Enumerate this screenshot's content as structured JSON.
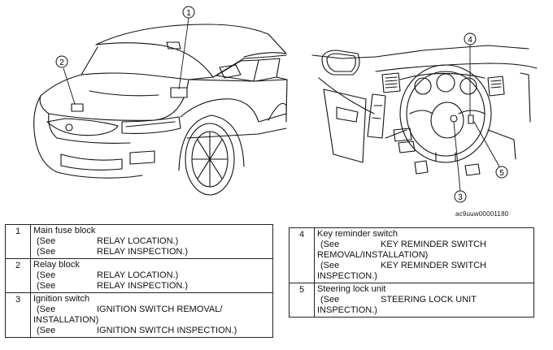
{
  "callouts": [
    "1",
    "2",
    "3",
    "4",
    "5"
  ],
  "figure_code": "ac9uuw00001180",
  "left_table": [
    {
      "num": "1",
      "name": "Main fuse block",
      "refs": [
        {
          "see": "(See",
          "ref": "RELAY LOCATION.)"
        },
        {
          "see": "(See",
          "ref": "RELAY INSPECTION.)"
        }
      ]
    },
    {
      "num": "2",
      "name": "Relay block",
      "refs": [
        {
          "see": "(See",
          "ref": "RELAY LOCATION.)"
        },
        {
          "see": "(See",
          "ref": "RELAY INSPECTION.)"
        }
      ]
    },
    {
      "num": "3",
      "name": "Ignition switch",
      "refs": [
        {
          "see": "(See",
          "ref": "IGNITION SWITCH REMOVAL/",
          "cont": "INSTALLATION)"
        },
        {
          "see": "(See",
          "ref": "IGNITION SWITCH INSPECTION.)"
        }
      ]
    }
  ],
  "right_table": [
    {
      "num": "4",
      "name": "Key reminder switch",
      "refs": [
        {
          "see": "(See",
          "ref": "KEY REMINDER SWITCH",
          "cont": "REMOVAL/INSTALLATION)"
        },
        {
          "see": "(See",
          "ref": "KEY REMINDER SWITCH",
          "cont": "INSPECTION.)"
        }
      ]
    },
    {
      "num": "5",
      "name": "Steering lock unit",
      "refs": [
        {
          "see": "(See",
          "ref": "STEERING LOCK UNIT",
          "cont": "INSPECTION.)"
        }
      ]
    }
  ]
}
